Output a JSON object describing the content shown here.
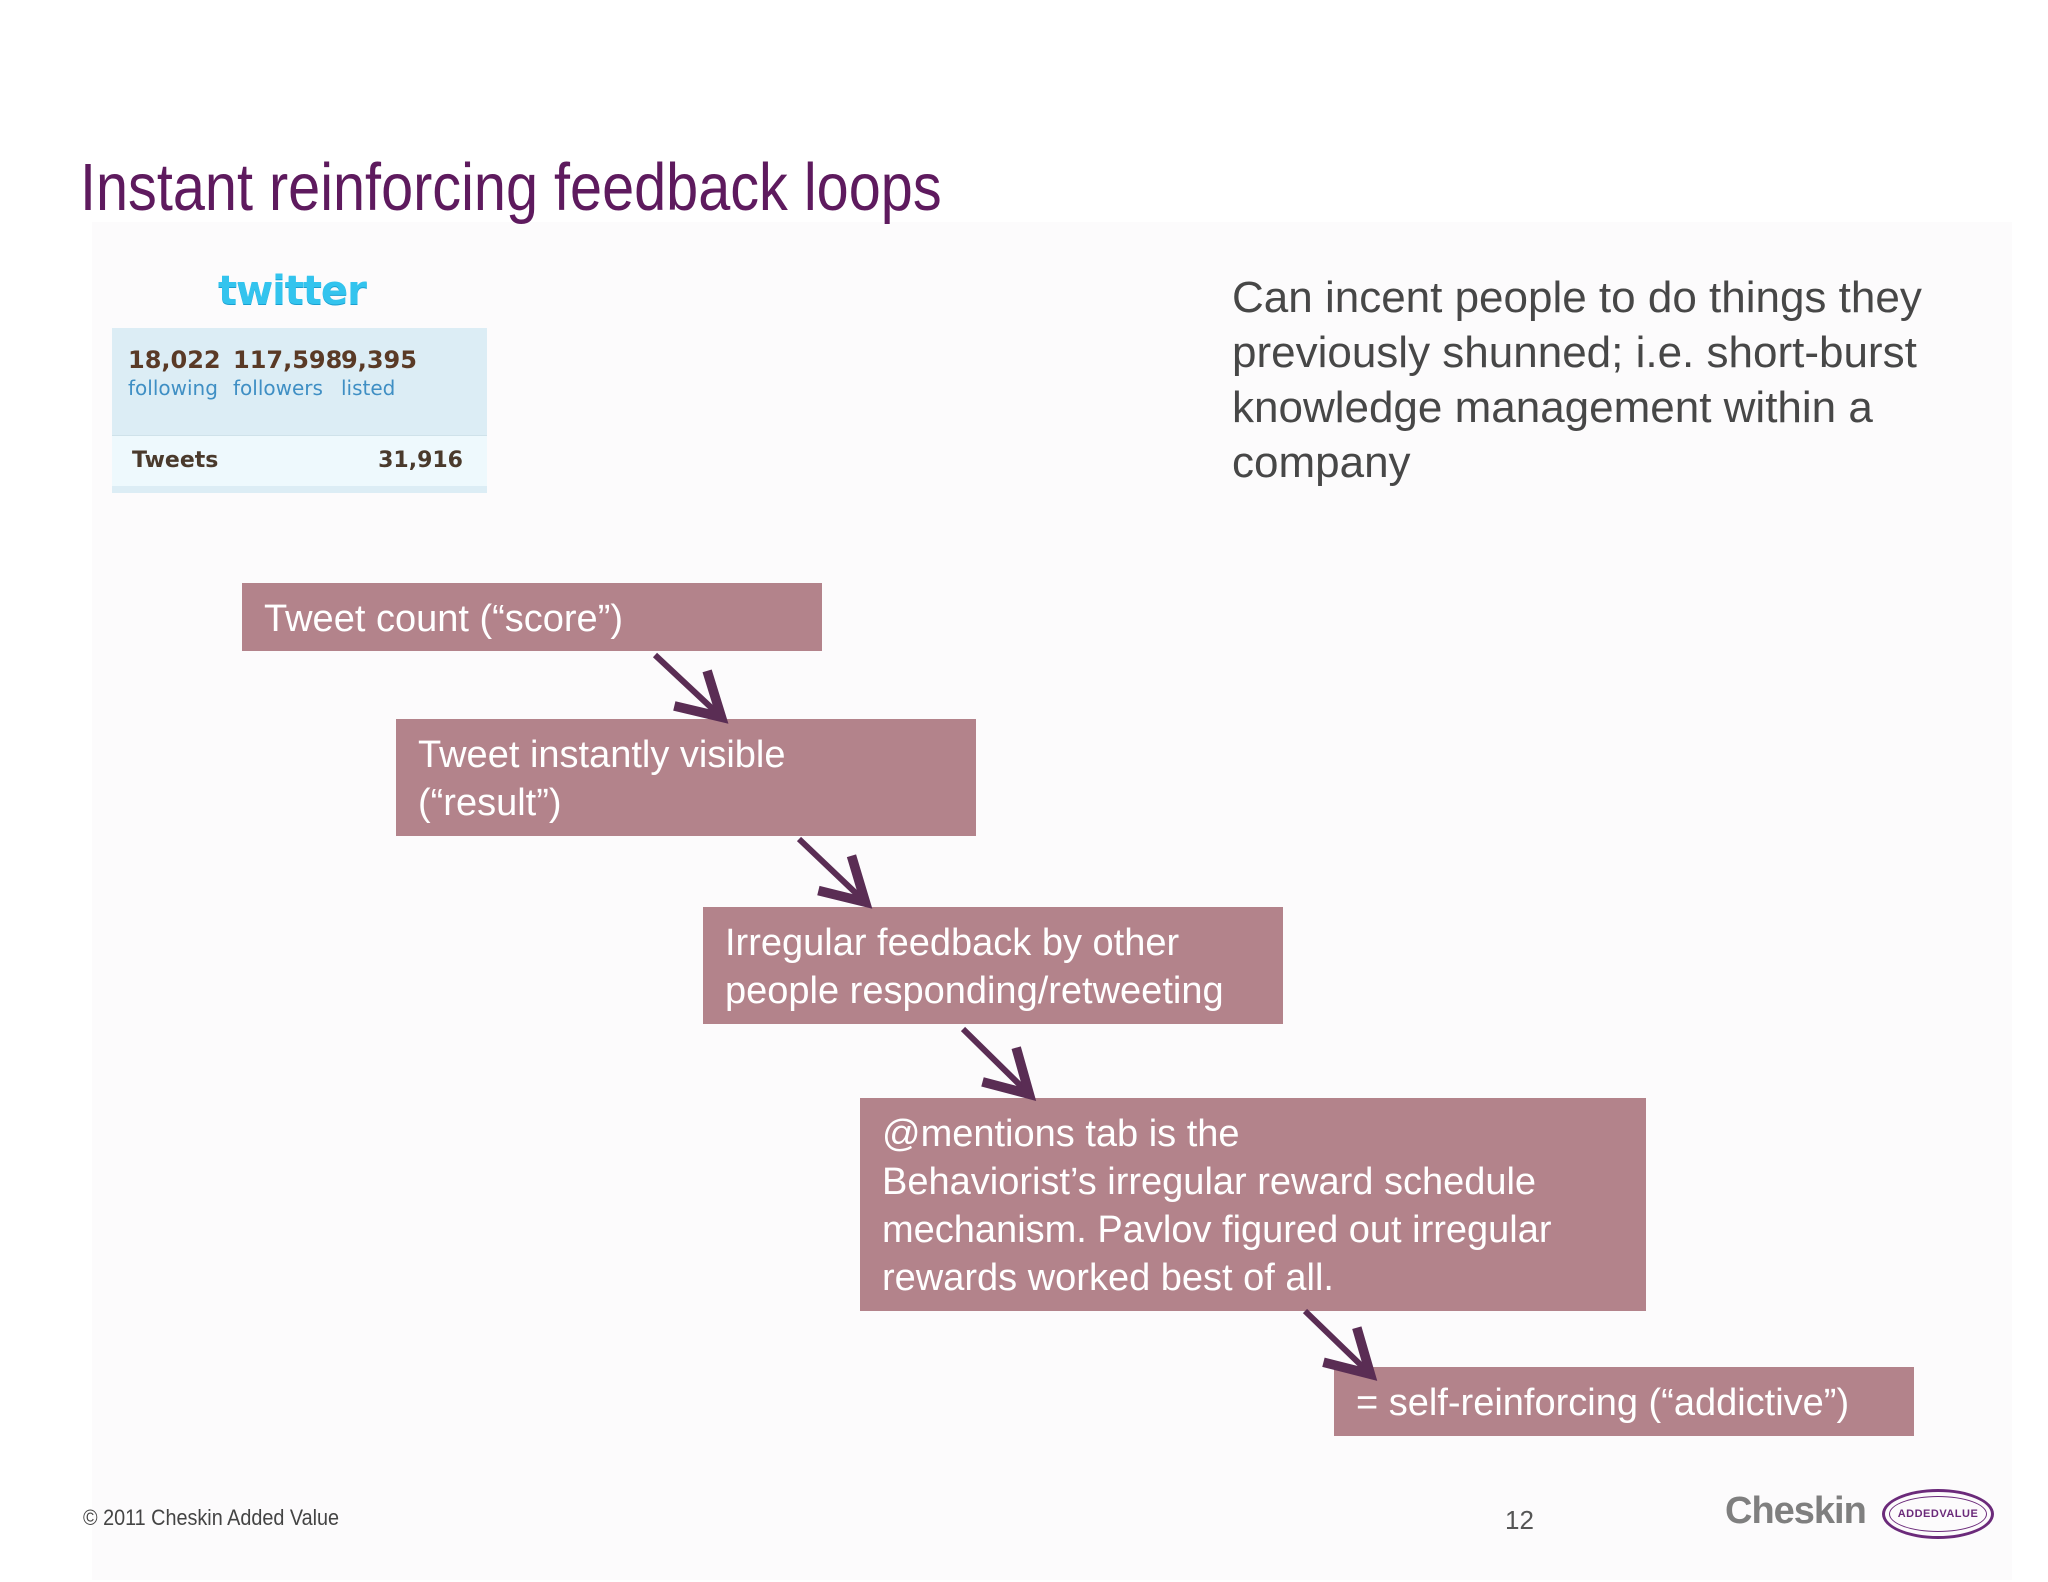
{
  "slide": {
    "title": "Instant reinforcing feedback loops",
    "side_text": "Can incent people to do things they previously shunned;  i.e. short-burst knowledge management within a company"
  },
  "twitter": {
    "logo": "twitter",
    "stats": [
      {
        "value": "18,022",
        "label": "following"
      },
      {
        "value": "117,598",
        "label": "followers"
      },
      {
        "value": "9,395",
        "label": "listed"
      }
    ],
    "tweets_label": "Tweets",
    "tweets_count": "31,916"
  },
  "steps": [
    {
      "lines": [
        "Tweet count (“score”)"
      ]
    },
    {
      "lines": [
        "Tweet instantly visible",
        "(“result”)"
      ]
    },
    {
      "lines": [
        "Irregular feedback by other",
        "people responding/retweeting"
      ]
    },
    {
      "lines": [
        "@mentions tab is the",
        "Behaviorist’s irregular reward schedule",
        "mechanism.  Pavlov figured out irregular",
        "rewards worked best of all."
      ]
    },
    {
      "lines": [
        "= self-reinforcing (“addictive”)"
      ]
    }
  ],
  "footer": {
    "copyright": "© 2011 Cheskin Added Value",
    "page_number": "12",
    "logo_text": "Cheskin",
    "logo_badge": "ADDEDVALUE"
  },
  "colors": {
    "title": "#5e1a5e",
    "step_box": "#b3838b",
    "arrow": "#5a2d54",
    "twitter_blue": "#33c4ee"
  }
}
